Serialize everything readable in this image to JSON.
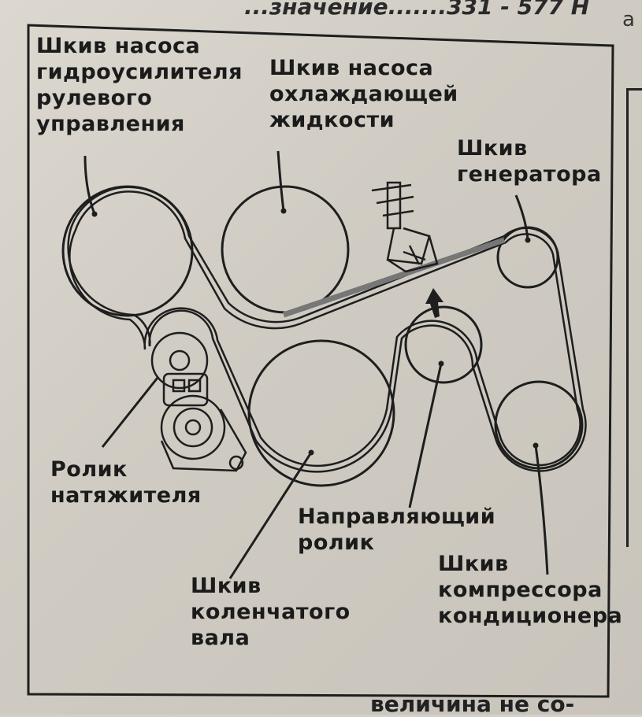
{
  "header": {
    "text": "...значение.......331 - 577 Н",
    "corner": "а"
  },
  "footer": {
    "text": "величина не со-"
  },
  "labels": {
    "power_steering_pulley": "Шкив насоса\nгидроусилителя\nрулевого\nуправления",
    "coolant_pump_pulley": "Шкив насоса\nохлаждающей\nжидкости",
    "generator_pulley": "Шкив\nгенератора",
    "tensioner_roller": "Ролик\nнатяжителя",
    "idler_roller": "Направляющий\nролик",
    "crankshaft_pulley": "Шкив\nколенчатого\nвала",
    "ac_compressor_pulley": "Шкив\nкомпрессора\nкондиционера"
  }
}
